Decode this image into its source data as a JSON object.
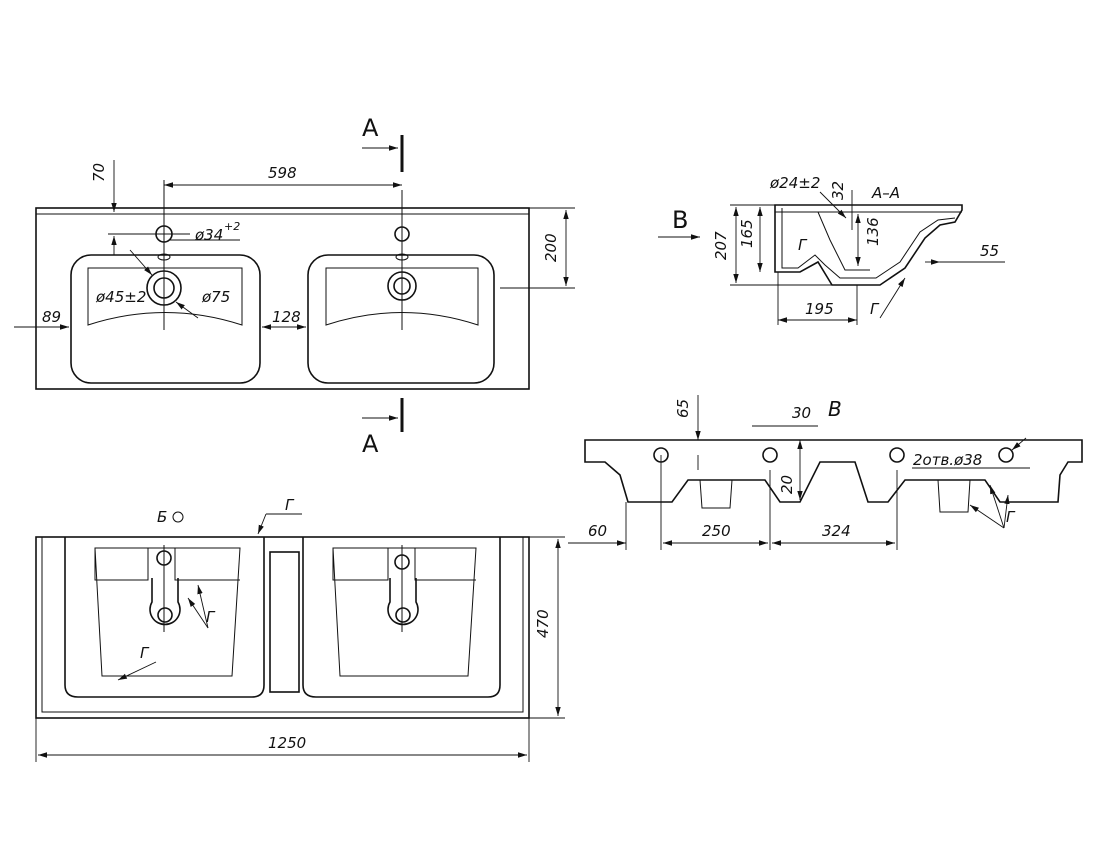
{
  "section_marks": {
    "a": "A",
    "section_title": "A–A",
    "view_b": "В"
  },
  "top_view": {
    "d_70": "70",
    "d_598": "598",
    "d_200": "200",
    "d_89": "89",
    "d_128": "128",
    "hole_34": "ø34",
    "hole_34_tol": "+2",
    "drain_45": "ø45±2",
    "drain_75": "ø75"
  },
  "section_view": {
    "d_24": "ø24±2",
    "d_32": "32",
    "d_207": "207",
    "d_165": "165",
    "d_136": "136",
    "d_55": "55",
    "d_195": "195",
    "leader_g1": "Г",
    "leader_g2": "Г"
  },
  "view_b": {
    "d_65": "65",
    "d_30": "30",
    "d_20": "20",
    "holes": "2отв.ø38",
    "d_60": "60",
    "d_250": "250",
    "d_324": "324",
    "leader_g": "Г"
  },
  "bottom_view": {
    "mark_b": "Б",
    "leader_g_top": "Г",
    "leader_g_mid": "Г",
    "leader_g_low": "Г",
    "d_470": "470",
    "d_1250": "1250"
  }
}
